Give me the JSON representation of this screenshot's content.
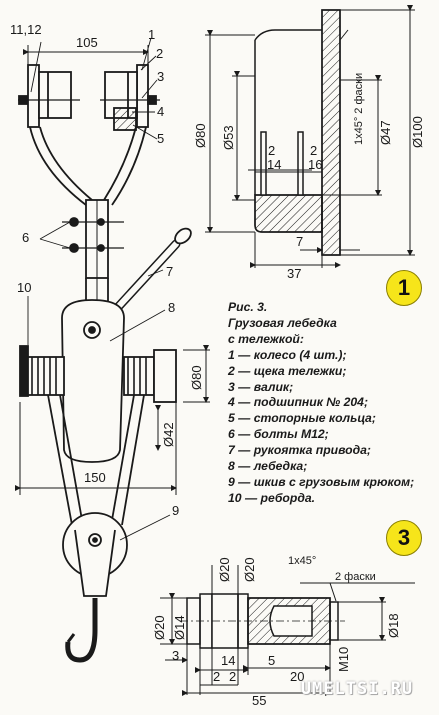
{
  "caption": {
    "title": "Рис. 3.",
    "subtitle_1": "Грузовая лебедка",
    "subtitle_2": "с тележкой:",
    "items": [
      "1 — колесо (4 шт.);",
      "2 — щека тележки;",
      "3 — валик;",
      "4 — подшипник № 204;",
      "5 — стопорные кольца;",
      "6 — болты М12;",
      "7 — рукоятка привода;",
      "8 — лебедка;",
      "9 — шкив с грузовым крюком;",
      "10 — реборда."
    ]
  },
  "badges": {
    "wheel": "1",
    "shaft": "3"
  },
  "main_drawing": {
    "part_numbers": [
      "11,12",
      "1",
      "2",
      "3",
      "4",
      "5",
      "6",
      "7",
      "8",
      "9",
      "10"
    ],
    "dims": {
      "top_width": "105",
      "drum_diameter": "Ø80",
      "pulley_diameter": "Ø42",
      "winch_width": "150"
    }
  },
  "wheel_drawing": {
    "dims": {
      "chamfer": "1x45° 2 фаски",
      "d53": "Ø53",
      "d80": "Ø80",
      "d47": "Ø47",
      "d100": "Ø100",
      "groove_left_width": "2",
      "groove_left_offset": "14",
      "groove_right_width": "2",
      "groove_right_offset": "16",
      "rim_offset": "7",
      "total_width": "37"
    }
  },
  "shaft_drawing": {
    "dims": {
      "chamfer_1": "1x45°",
      "chamfer_2": "2 фаски",
      "d20_a": "Ø20",
      "d20_b": "Ø20",
      "d20_left": "Ø20",
      "d14": "Ø14",
      "d18": "Ø18",
      "thread": "М10",
      "l3": "3",
      "l14": "14",
      "l5": "5",
      "l20": "20",
      "g2a": "2",
      "g2b": "2",
      "l55": "55"
    }
  },
  "watermark": "UMELTSI.RU",
  "colors": {
    "badge": "#f6e51a",
    "ink": "#1a1a1a",
    "paper": "#fbfaf6"
  }
}
